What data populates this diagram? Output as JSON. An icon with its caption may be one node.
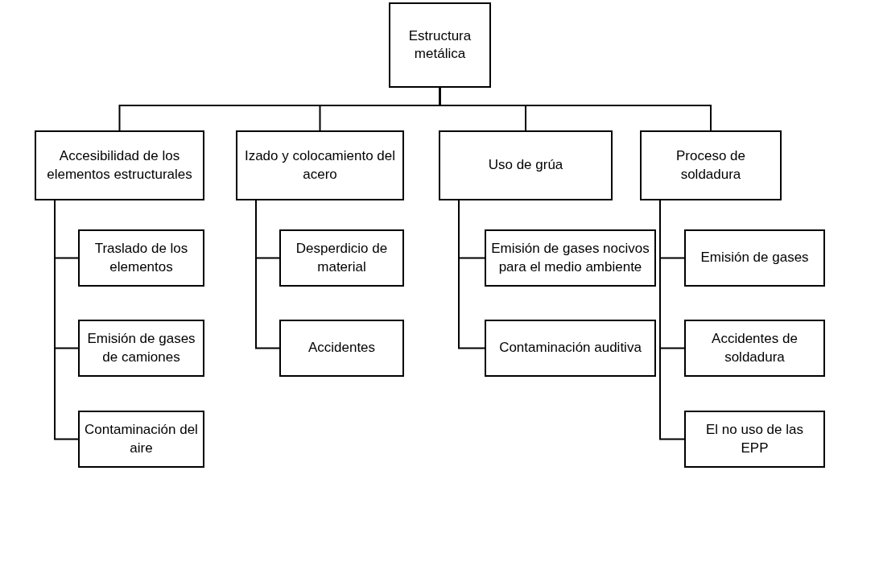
{
  "diagram": {
    "nodes": [
      {
        "text": [
          "Estructura metálica"
        ]
      },
      {
        "text": [
          "Accesibilidad de los elementos estructurales"
        ]
      },
      {
        "text": [
          "Traslado de los elementos"
        ]
      },
      {
        "text": [
          "Emisión de gases de camiones"
        ]
      },
      {
        "text": [
          "Contaminación del aire"
        ]
      },
      {
        "text": [
          "Izado y colocamiento del acero"
        ]
      },
      {
        "text": [
          "Desperdicio de material"
        ]
      },
      {
        "text": [
          "Accidentes"
        ]
      },
      {
        "text": [
          "Uso de grúa"
        ]
      },
      {
        "text": [
          "Emisión de gases nocivos para el medio ambiente"
        ]
      },
      {
        "text": [
          "Contaminación auditiva"
        ]
      },
      {
        "text": [
          "Proceso de soldadura"
        ]
      },
      {
        "text": [
          "Emisión de gases"
        ]
      },
      {
        "text": [
          "Accidentes de soldadura"
        ]
      },
      {
        "text": [
          "El no uso de las EPP"
        ]
      }
    ],
    "edges": [
      {
        "from": 0,
        "to": 1,
        "arrow": "none"
      },
      {
        "from": 0,
        "to": 5,
        "arrow": "none"
      },
      {
        "from": 0,
        "to": 8,
        "arrow": "none"
      },
      {
        "from": 0,
        "to": 11,
        "arrow": "none"
      },
      {
        "from": 1,
        "to": 2,
        "arrow": "none"
      },
      {
        "from": 1,
        "to": 3,
        "arrow": "none"
      },
      {
        "from": 1,
        "to": 4,
        "arrow": "none"
      },
      {
        "from": 5,
        "to": 6,
        "arrow": "none"
      },
      {
        "from": 5,
        "to": 7,
        "arrow": "none"
      },
      {
        "from": 8,
        "to": 9,
        "arrow": "none"
      },
      {
        "from": 8,
        "to": 10,
        "arrow": "none"
      },
      {
        "from": 11,
        "to": 12,
        "arrow": "none"
      },
      {
        "from": 11,
        "to": 13,
        "arrow": "none"
      },
      {
        "from": 11,
        "to": 14,
        "arrow": "none"
      }
    ]
  }
}
